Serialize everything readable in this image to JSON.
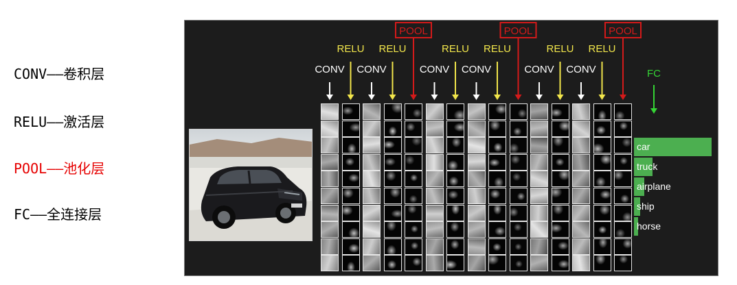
{
  "legend": {
    "items": [
      {
        "label": "CONV——卷积层",
        "color": "#000000"
      },
      {
        "label": "RELU——激活层",
        "color": "#000000"
      },
      {
        "label": "POOL——池化层",
        "color": "#e60000"
      },
      {
        "label": "FC——全连接层",
        "color": "#000000"
      }
    ]
  },
  "colors": {
    "conv": "#ffffff",
    "relu": "#f2e64b",
    "pool": "#d41a1a",
    "fc": "#35d435",
    "bar": "#4caf50"
  },
  "layers": [
    {
      "type": "CONV",
      "label": "CONV"
    },
    {
      "type": "RELU",
      "label": "RELU"
    },
    {
      "type": "CONV",
      "label": "CONV"
    },
    {
      "type": "RELU",
      "label": "RELU"
    },
    {
      "type": "POOL",
      "label": "POOL"
    },
    {
      "type": "CONV",
      "label": "CONV"
    },
    {
      "type": "RELU",
      "label": "RELU"
    },
    {
      "type": "CONV",
      "label": "CONV"
    },
    {
      "type": "RELU",
      "label": "RELU"
    },
    {
      "type": "POOL",
      "label": "POOL"
    },
    {
      "type": "CONV",
      "label": "CONV"
    },
    {
      "type": "RELU",
      "label": "RELU"
    },
    {
      "type": "CONV",
      "label": "CONV"
    },
    {
      "type": "RELU",
      "label": "RELU"
    },
    {
      "type": "POOL",
      "label": "POOL"
    }
  ],
  "fc": {
    "label": "FC"
  },
  "output_scores": [
    {
      "class": "car",
      "value": 1.0
    },
    {
      "class": "truck",
      "value": 0.24
    },
    {
      "class": "airplane",
      "value": 0.13
    },
    {
      "class": "ship",
      "value": 0.08
    },
    {
      "class": "horse",
      "value": 0.05
    }
  ],
  "input_image": {
    "icon": "car-photo"
  }
}
